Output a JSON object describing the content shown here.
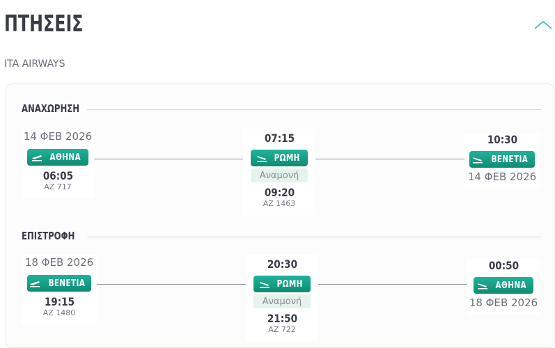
{
  "header": {
    "title": "ΠΤΗΣΕΙΣ",
    "airline": "ITA AIRWAYS",
    "collapse_icon": "chevron-up-icon",
    "accent_color": "#2bb6c4"
  },
  "badge_color": "#13a085",
  "outbound": {
    "label": "ΑΝΑΧΩΡΗΣΗ",
    "origin": {
      "date": "14 ΦΕΒ 2026",
      "city": "ΑΘΗΝΑ",
      "time": "06:05",
      "flight": "AZ 717"
    },
    "connection": {
      "arrival_time": "07:15",
      "city": "ΡΩΜΗ",
      "status": "Αναμονή",
      "departure_time": "09:20",
      "flight": "AZ 1463"
    },
    "destination": {
      "time": "10:30",
      "city": "ΒΕΝΕΤΙΑ",
      "date": "14 ΦΕΒ 2026"
    }
  },
  "return": {
    "label": "ΕΠΙΣΤΡΟΦΗ",
    "origin": {
      "date": "18 ΦΕΒ 2026",
      "city": "ΒΕΝΕΤΙΑ",
      "time": "19:15",
      "flight": "AZ 1480"
    },
    "connection": {
      "arrival_time": "20:30",
      "city": "ΡΩΜΗ",
      "status": "Αναμονή",
      "departure_time": "21:50",
      "flight": "AZ 722"
    },
    "destination": {
      "time": "00:50",
      "city": "ΑΘΗΝΑ",
      "date": "18 ΦΕΒ 2026"
    }
  }
}
